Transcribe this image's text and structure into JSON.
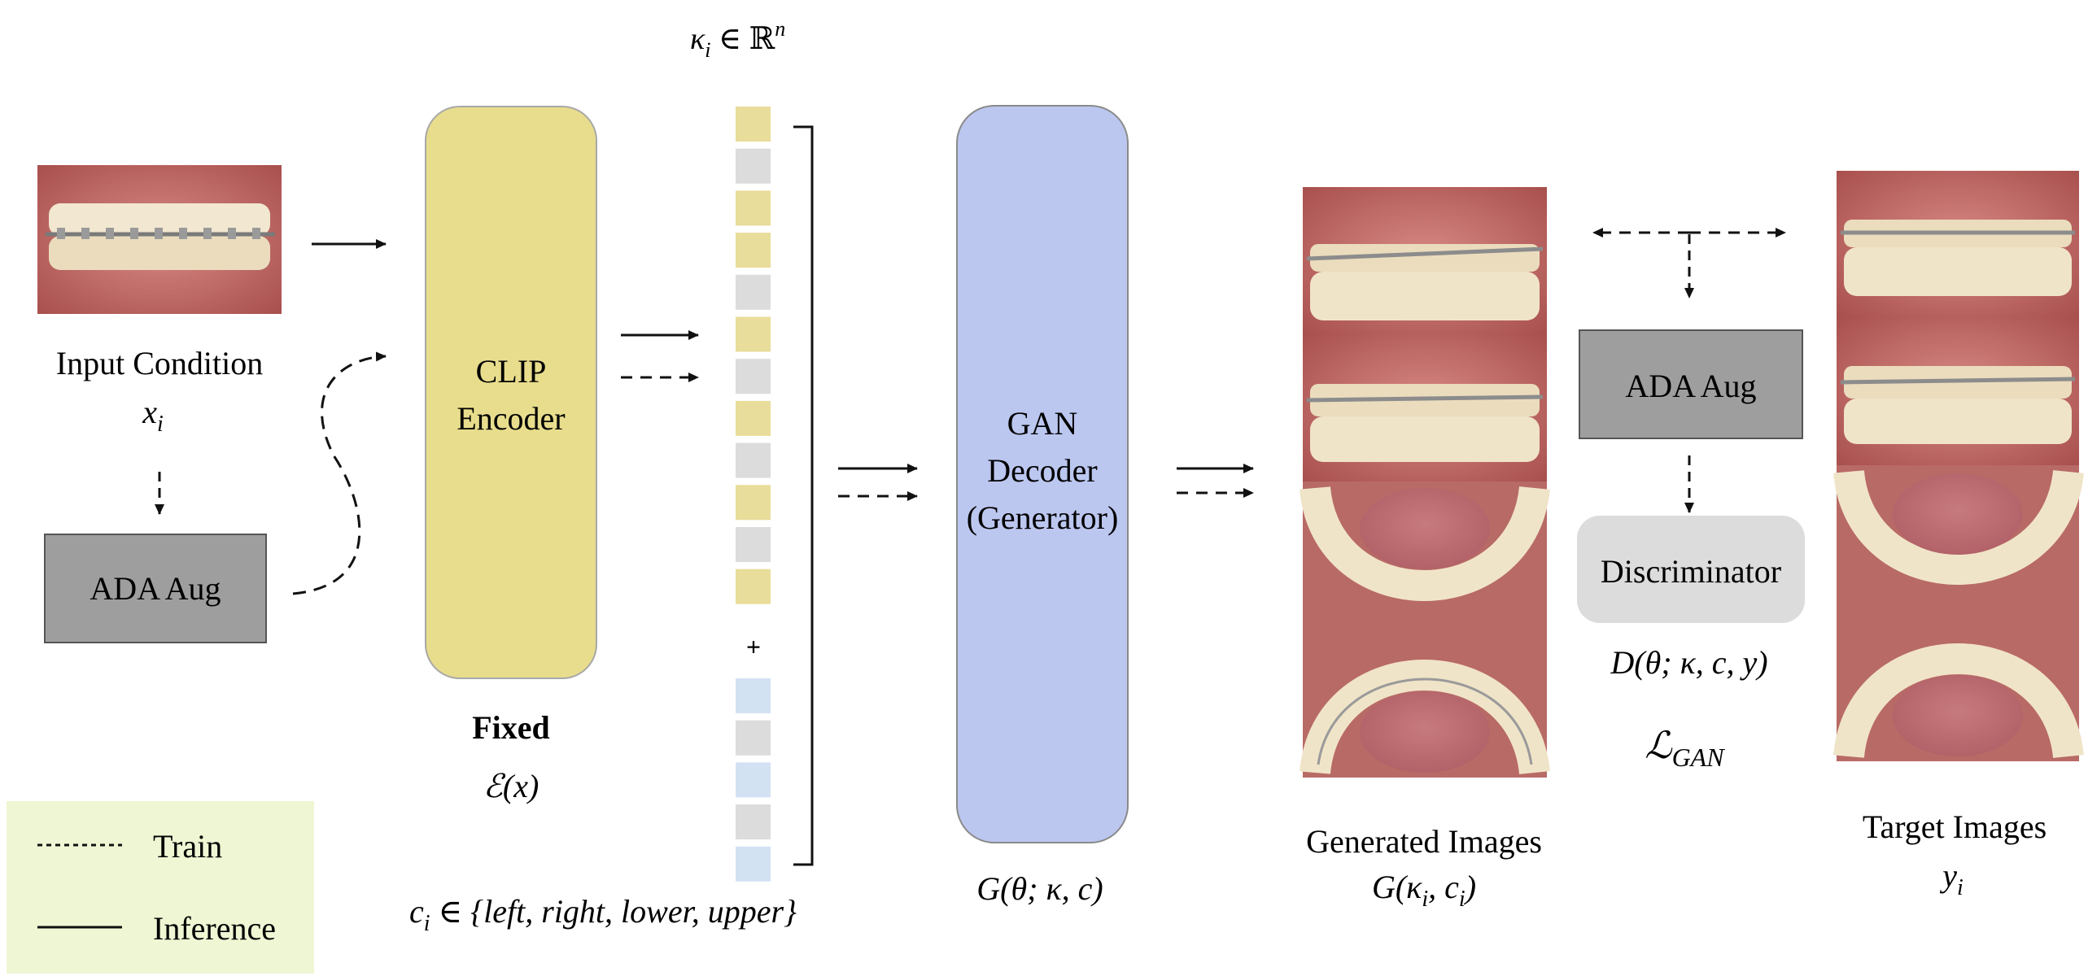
{
  "embedding_label": "κ",
  "embedding_label_sub": "i",
  "embedding_label_rest": " ∈ ℝ",
  "embedding_label_sup": "n",
  "input": {
    "title": "Input Condition",
    "symbol": "x",
    "symbol_sub": "i"
  },
  "ada_aug_left": "ADA Aug",
  "clip": {
    "line1": "CLIP",
    "line2": "Encoder",
    "fixed_label": "Fixed",
    "formula": "ℰ(x)"
  },
  "plus_sign": "+",
  "condition_formula": {
    "c": "c",
    "sub": "i",
    "rest": " ∈ {left, right, lower, upper}"
  },
  "gan": {
    "line1": "GAN",
    "line2": "Decoder",
    "line3": "(Generator)",
    "formula": "G(θ; κ, c)"
  },
  "generated": {
    "title": "Generated Images",
    "formula_a": "G(κ",
    "formula_sub1": "i",
    "formula_b": ", c",
    "formula_sub2": "i",
    "formula_c": ")"
  },
  "ada_aug_right": "ADA Aug",
  "discriminator": {
    "label": "Discriminator",
    "formula": "D(θ; κ, c, y)",
    "loss": "ℒ",
    "loss_sub": "GAN"
  },
  "target": {
    "title": "Target Images",
    "symbol": "y",
    "symbol_sub": "i"
  },
  "legend": {
    "train": "Train",
    "inference": "Inference"
  },
  "colors": {
    "clip_fill": "#e8dd8c",
    "gan_fill": "#bcc7f0",
    "ada_fill": "#9e9e9e",
    "disc_fill": "#dcdcdc",
    "legend_bg": "#eef6d4",
    "cell_yellow": "#e8dd9a",
    "cell_gray": "#dcdcdc",
    "cell_blue": "#d3e2f3"
  },
  "embedding_cells": [
    "yellow",
    "gray",
    "yellow",
    "yellow",
    "gray",
    "yellow",
    "gray",
    "yellow",
    "gray",
    "yellow",
    "gray",
    "yellow"
  ],
  "condition_cells": [
    "blue",
    "gray",
    "blue",
    "gray",
    "blue"
  ]
}
